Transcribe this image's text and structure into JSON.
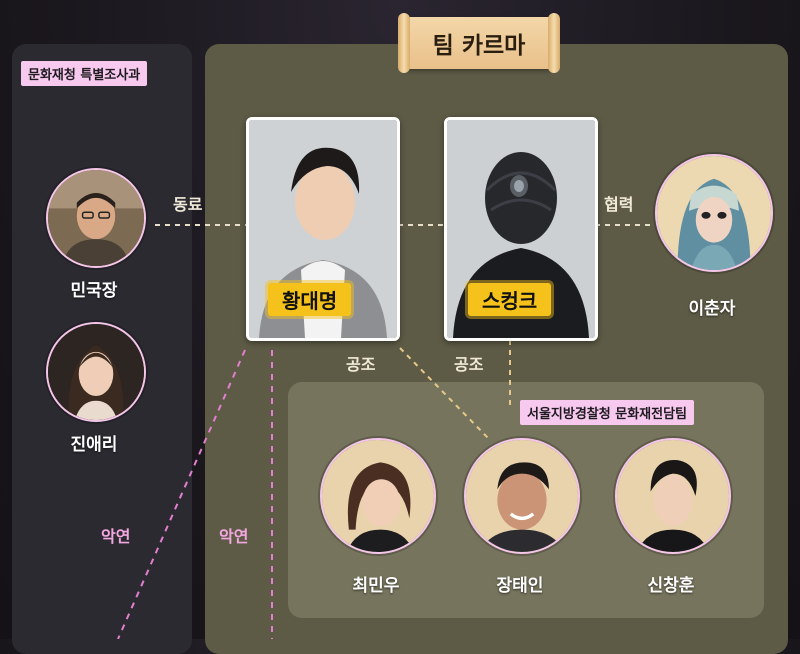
{
  "title": "팀 카르마",
  "groups": {
    "left": "문화재청 특별조사과",
    "police": "서울지방경찰청 문화재전담팀"
  },
  "main_characters": [
    {
      "name": "황대명"
    },
    {
      "name": "스컹크"
    }
  ],
  "left_characters": [
    {
      "name": "민국장"
    },
    {
      "name": "진애리"
    }
  ],
  "ally": {
    "name": "이춘자"
  },
  "police_members": [
    {
      "name": "최민우"
    },
    {
      "name": "장태인"
    },
    {
      "name": "신창훈"
    }
  ],
  "relations": {
    "colleague": "동료",
    "cooperation": "협력",
    "collusion_left": "공조",
    "collusion_right": "공조",
    "bad_relation_1": "악연",
    "bad_relation_2": "악연"
  },
  "colors": {
    "accent_pink": "#f7c9ee",
    "panel_olive": "#5d5b46",
    "yellow": "#f4c21a"
  }
}
